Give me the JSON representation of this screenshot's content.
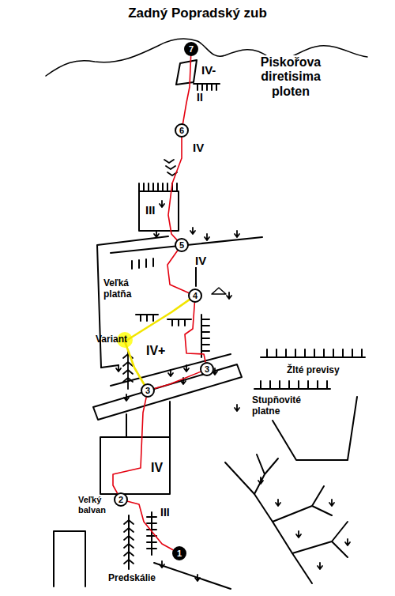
{
  "diagram": {
    "title": "Zadný Popradský zub",
    "nodes": [
      {
        "text": [
          "1"
        ]
      },
      {
        "text": [
          "2"
        ]
      },
      {
        "text": [
          "3"
        ]
      },
      {
        "text": [
          "3"
        ]
      },
      {
        "text": [
          "4"
        ]
      },
      {
        "text": [
          "5"
        ]
      },
      {
        "text": [
          "6"
        ]
      },
      {
        "text": [
          "7"
        ]
      }
    ],
    "edges": [
      {
        "from": 0,
        "to": 1,
        "arrow": "none"
      },
      {
        "from": 1,
        "to": 2,
        "arrow": "none"
      },
      {
        "from": 2,
        "to": 3,
        "arrow": "none"
      },
      {
        "from": 3,
        "to": 4,
        "arrow": "none"
      },
      {
        "from": 4,
        "to": 5,
        "arrow": "none"
      },
      {
        "from": 5,
        "to": 6,
        "arrow": "none"
      },
      {
        "from": 6,
        "to": 7,
        "arrow": "none"
      },
      {
        "from": 2,
        "to": 4,
        "arrow": "none"
      }
    ],
    "labels": [
      "Piskořova diretisima ploten",
      "IV-",
      "II",
      "IV",
      "III",
      "IV",
      "Veľká platňa",
      "Variant",
      "IV+",
      "Žlté previsy",
      "Stupňovité platne",
      "IV",
      "Veľký balvan",
      "III",
      "Predskálie"
    ]
  }
}
